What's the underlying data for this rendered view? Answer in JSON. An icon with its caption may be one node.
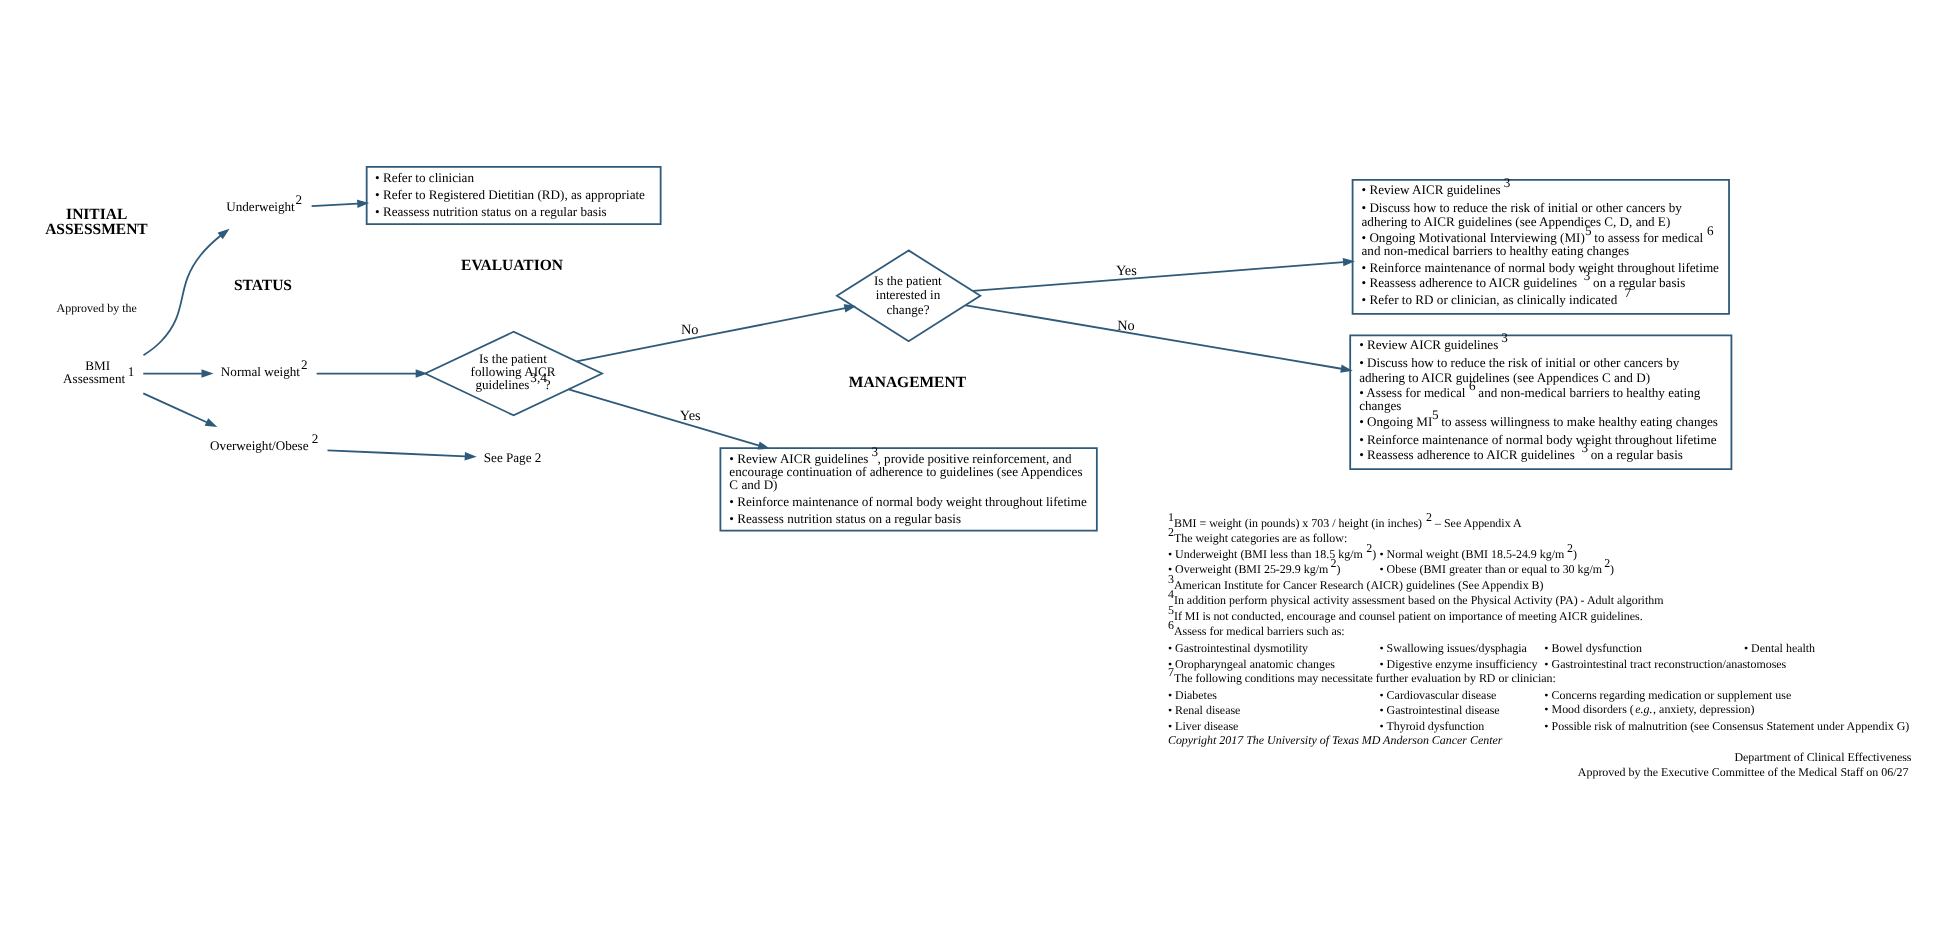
{
  "diagram": {
    "nodes": [
      {
        "text": [
          "BMI Assessment$^{1}$"
        ]
      },
      {
        "text": [
          "Underweight$^{2}$"
        ]
      },
      {
        "text": [
          "Normal weight$^{2}$"
        ]
      },
      {
        "text": [
          "Overweight/Obese$^{2}$"
        ]
      },
      {
        "text": [
          "See Page 2"
        ]
      },
      {
        "text": [
          "Is the patient following AICR guidelines$^{3,4}$?"
        ]
      },
      {
        "text": [
          "Is the patient interested in change?"
        ]
      },
      {
        "text": [
          "• Refer to clinician",
          "• Refer to Registered Dietitian (RD), as appropriate",
          "• Reassess nutrition status on a regular basis"
        ]
      },
      {
        "text": [
          "• Review AICR guidelines$^{3}$, provide positive reinforcement, and encourage continuation of adherence to guidelines (see Appendices C and D)",
          "• Reinforce maintenance of normal body weight throughout lifetime",
          "• Reassess nutrition status on a regular basis"
        ]
      },
      {
        "text": [
          "• Review AICR guidelines$^{3}$",
          "• Discuss how to reduce the risk of initial or other cancers by adhering to AICR guidelines (see Appendices C, D, and E)",
          "• Ongoing Motivational Interviewing (MI)$^{5}$ to assess for medical$^{6}$ and non-medical barriers to healthy eating changes",
          "• Reinforce maintenance of normal body weight throughout lifetime",
          "• Reassess adherence to AICR guidelines$^{3}$ on a regular basis",
          "• Refer to RD or clinician, as clinically indicated$^{7}$"
        ]
      },
      {
        "text": [
          "• Review AICR guidelines$^{3}$",
          "• Discuss how to reduce the risk of initial or other cancers by adhering to AICR guidelines (see Appendices C and D)",
          "• Assess for medical$^{6}$ and non-medical barriers to healthy eating changes",
          "• Ongoing MI$^{5}$ to assess willingness to make healthy eating changes",
          "• Reinforce maintenance of normal body weight throughout lifetime",
          "• Reassess adherence to AICR guidelines$^{3}$ on a regular basis"
        ]
      }
    ],
    "edges": [
      {
        "from": 0,
        "to": 1,
        "arrow": "to"
      },
      {
        "from": 0,
        "to": 2,
        "arrow": "to"
      },
      {
        "from": 0,
        "to": 3,
        "arrow": "to"
      },
      {
        "from": 1,
        "to": 7,
        "arrow": "to"
      },
      {
        "from": 2,
        "to": 5,
        "arrow": "to"
      },
      {
        "from": 3,
        "to": 4,
        "arrow": "to"
      },
      {
        "from": 5,
        "to": 8,
        "arrow": "to",
        "label": "Yes"
      },
      {
        "from": 5,
        "to": 6,
        "arrow": "to",
        "label": "No"
      },
      {
        "from": 6,
        "to": 9,
        "arrow": "to",
        "label": "Yes"
      },
      {
        "from": 6,
        "to": 10,
        "arrow": "to",
        "label": "No"
      }
    ],
    "labels": [
      "INITIAL ASSESSMENT",
      "STATUS",
      "EVALUATION",
      "MANAGEMENT",
      "Approved by the",
      "$^{1}$BMI = weight (in pounds) x 703 / height (in inches)$^{2}$ – See Appendix A",
      "$^{2}$The weight categories are as follow:",
      "• Underweight (BMI less than 18.5 kg/m$^{2}$)",
      "• Normal weight (BMI 18.5-24.9 kg/m$^{2}$)",
      "• Overweight (BMI 25-29.9 kg/m$^{2}$)",
      "• Obese (BMI greater than or equal to 30 kg/m$^{2}$)",
      "$^{3}$American Institute for Cancer Research (AICR) guidelines (See Appendix B)",
      "$^{4}$In addition perform physical activity assessment based on the Physical Activity (PA) - Adult algorithm",
      "$^{5}$If MI is not conducted, encourage and counsel patient on importance of meeting AICR guidelines.",
      "$^{6}$Assess for medical barriers such as:",
      "• Gastrointestinal dysmotility",
      "• Swallowing issues/dysphagia",
      "• Bowel dysfunction",
      "• Dental health",
      "• Oropharyngeal anatomic changes",
      "• Digestive enzyme insufficiency",
      "• Gastrointestinal tract reconstruction/anastomoses",
      "$^{7}$The following conditions may necessitate further evaluation by RD or clinician:",
      "• Diabetes",
      "• Cardiovascular disease",
      "• Concerns regarding medication or supplement use",
      "• Renal disease",
      "• Gastrointestinal disease",
      "• Mood disorders (*e.g.*, anxiety, depression)",
      "• Liver disease",
      "• Thyroid dysfunction",
      "• Possible risk of malnutrition (see Consensus Statement under Appendix G)",
      "Copyright 2017 The University of Texas MD Anderson Cancer Center",
      "Department of Clinical Effectiveness",
      "Approved by the Executive Committee of the Medical Staff on 06/27"
    ]
  }
}
